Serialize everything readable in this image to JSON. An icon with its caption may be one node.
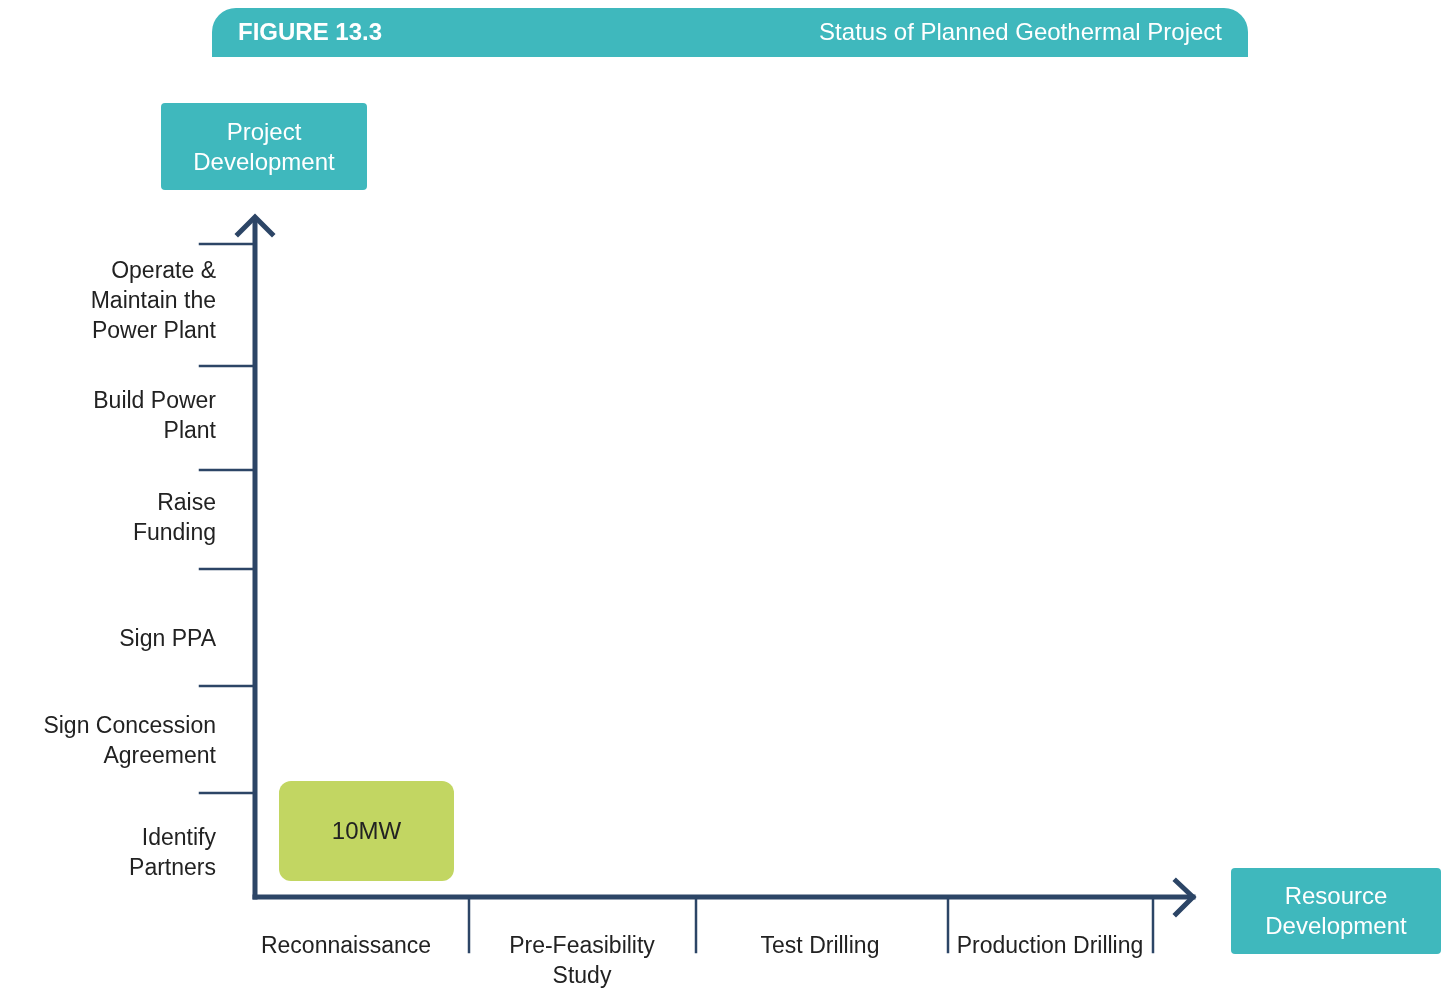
{
  "diagram": {
    "title": "Status of Planned Geothermal Project",
    "nodes": [
      {
        "text": [
          "Project Development"
        ]
      },
      {
        "text": [
          "10MW"
        ]
      },
      {
        "text": [
          "Resource Development"
        ]
      }
    ],
    "labels": [
      "FIGURE 13.3",
      "Operate & Maintain the Power Plant",
      "Build Power Plant",
      "Raise Funding",
      "Sign PPA",
      "Sign Concession Agreement",
      "Identify Partners",
      "Reconnaissance",
      "Pre-Feasibility Study",
      "Test Drilling",
      "Production Drilling"
    ]
  }
}
